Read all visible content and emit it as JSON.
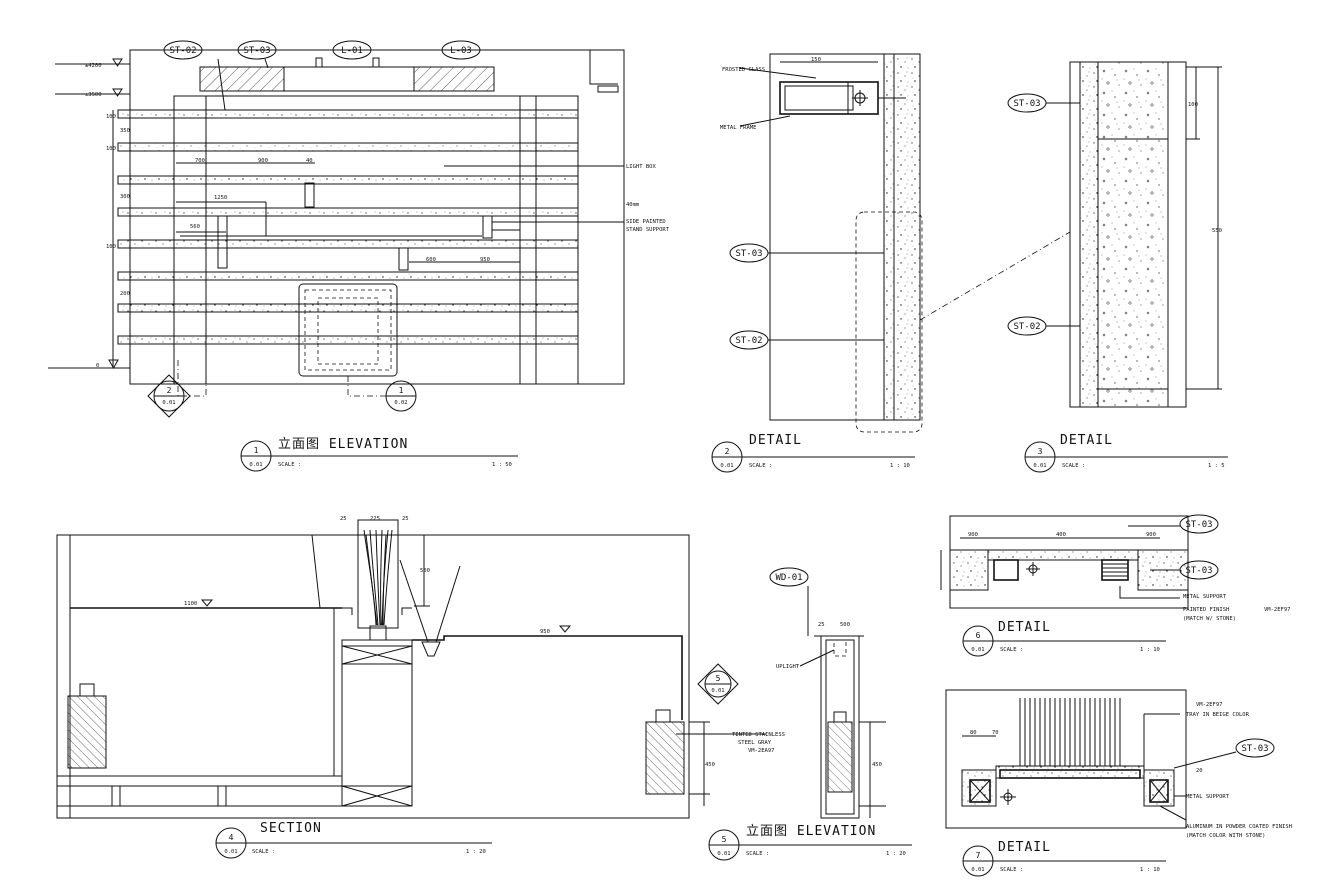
{
  "views": {
    "elevation1": {
      "title": "立面图 ELEVATION",
      "num": "1",
      "sheet": "0.01",
      "scale_label": "SCALE :",
      "scale": "1 : 50"
    },
    "detail2": {
      "title": "DETAIL",
      "num": "2",
      "sheet": "0.01",
      "scale_label": "SCALE :",
      "scale": "1 : 10"
    },
    "detail3": {
      "title": "DETAIL",
      "num": "3",
      "sheet": "0.01",
      "scale_label": "SCALE :",
      "scale": "1 : 5"
    },
    "section4": {
      "title": "SECTION",
      "num": "4",
      "sheet": "0.01",
      "scale_label": "SCALE :",
      "scale": "1 : 20"
    },
    "elevation5": {
      "title": "立面图 ELEVATION",
      "num": "5",
      "sheet": "0.01",
      "scale_label": "SCALE :",
      "scale": "1 : 20"
    },
    "detail6": {
      "title": "DETAIL",
      "num": "6",
      "sheet": "0.01",
      "scale_label": "SCALE :",
      "scale": "1 : 10"
    },
    "detail7": {
      "title": "DETAIL",
      "num": "7",
      "sheet": "0.01",
      "scale_label": "SCALE :",
      "scale": "1 : 10"
    }
  },
  "tags": {
    "st02": "ST-02",
    "st03": "ST-03",
    "l01": "L-01",
    "l03": "L-03",
    "wd01": "WD-01"
  },
  "refs": {
    "ref_2": "2",
    "ref_1": "1",
    "ref_5": "5",
    "sheet_01": "0.01",
    "sheet_02": "0.02"
  },
  "levels": {
    "lv4200": "±4200",
    "lv3500": "±3500",
    "lv0": "0",
    "lv1100": "1100",
    "lv950": "950"
  },
  "dims": {
    "d700": "700",
    "d900": "900",
    "d40": "40",
    "d1250": "1250",
    "d560": "560",
    "d600": "600",
    "d950": "950",
    "d150": "150",
    "d350": "350",
    "d200": "200",
    "d100": "100",
    "d25": "25",
    "d225": "225",
    "d500": "500",
    "d80": "80",
    "d70": "70",
    "d20": "20",
    "d450": "450",
    "d400": "400",
    "d550": "550",
    "d300": "300"
  },
  "notes": {
    "light_box": "LIGHT BOX",
    "n40mm": "40mm",
    "side_painted": "SIDE PAINTED",
    "stand_support": "STAND SUPPORT",
    "frosted_glass": "FROSTED GLASS",
    "metal_frame": "METAL FRAME",
    "uplight": "UPLIGHT",
    "tinted1": "TINTED STAINLESS",
    "tinted2": "STEEL GRAY",
    "vm2": "VM-2EA97",
    "metal_support": "METAL SUPPORT",
    "painted_finish": "PAINTED FINISH",
    "match_stone": "(MATCH W/ STONE)",
    "vm_code": "VM-2EF97",
    "tray": "TRAY IN BEIGE COLOR",
    "alu": "ALUMINUM IN POWDER COATED FINISH",
    "match_color": "(MATCH COLOR WITH STONE)"
  }
}
